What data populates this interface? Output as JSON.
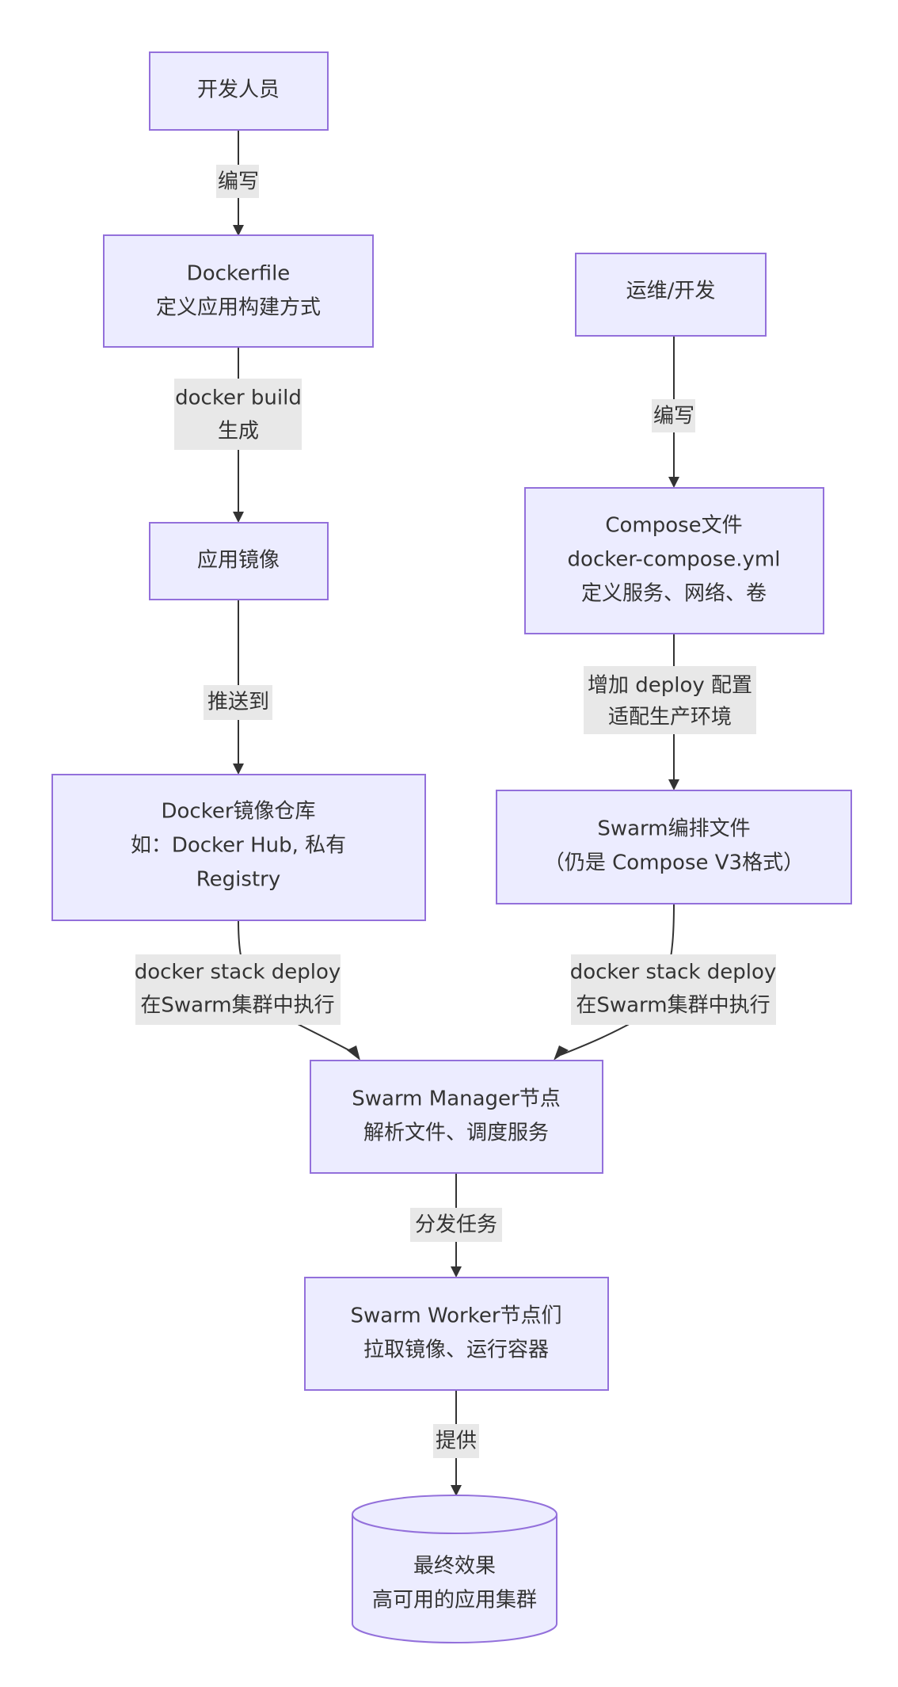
{
  "diagram": {
    "type": "flowchart",
    "direction": "top-down",
    "colors": {
      "node_fill": "#ECECFF",
      "node_stroke": "#9370DB",
      "edge": "#333333",
      "edge_label_bg": "#e8e8e8",
      "text": "#333333"
    },
    "nodes": {
      "developer": {
        "lines": [
          "开发人员"
        ]
      },
      "dockerfile": {
        "lines": [
          "Dockerfile",
          "定义应用构建方式"
        ]
      },
      "app_image": {
        "lines": [
          "应用镜像"
        ]
      },
      "registry": {
        "lines": [
          "Docker镜像仓库",
          "如：Docker Hub, 私有",
          "Registry"
        ]
      },
      "ops_dev": {
        "lines": [
          "运维/开发"
        ]
      },
      "compose_file": {
        "lines": [
          "Compose文件",
          "docker-compose.yml",
          "定义服务、网络、卷"
        ]
      },
      "swarm_file": {
        "lines": [
          "Swarm编排文件",
          "（仍是 Compose V3格式）"
        ]
      },
      "manager": {
        "lines": [
          "Swarm Manager节点",
          "解析文件、调度服务"
        ]
      },
      "workers": {
        "lines": [
          "Swarm Worker节点们",
          "拉取镜像、运行容器"
        ]
      },
      "result": {
        "shape": "cylinder",
        "lines": [
          "最终效果",
          "高可用的应用集群"
        ]
      }
    },
    "edges": [
      {
        "from": "developer",
        "to": "dockerfile",
        "label": [
          "编写"
        ]
      },
      {
        "from": "dockerfile",
        "to": "app_image",
        "label": [
          "docker build",
          "生成"
        ]
      },
      {
        "from": "app_image",
        "to": "registry",
        "label": [
          "推送到"
        ]
      },
      {
        "from": "ops_dev",
        "to": "compose_file",
        "label": [
          "编写"
        ]
      },
      {
        "from": "compose_file",
        "to": "swarm_file",
        "label": [
          "增加 deploy 配置",
          "适配生产环境"
        ]
      },
      {
        "from": "registry",
        "to": "manager",
        "label": [
          "docker stack deploy",
          "在Swarm集群中执行"
        ]
      },
      {
        "from": "swarm_file",
        "to": "manager",
        "label": [
          "docker stack deploy",
          "在Swarm集群中执行"
        ]
      },
      {
        "from": "manager",
        "to": "workers",
        "label": [
          "分发任务"
        ]
      },
      {
        "from": "workers",
        "to": "result",
        "label": [
          "提供"
        ]
      }
    ]
  }
}
